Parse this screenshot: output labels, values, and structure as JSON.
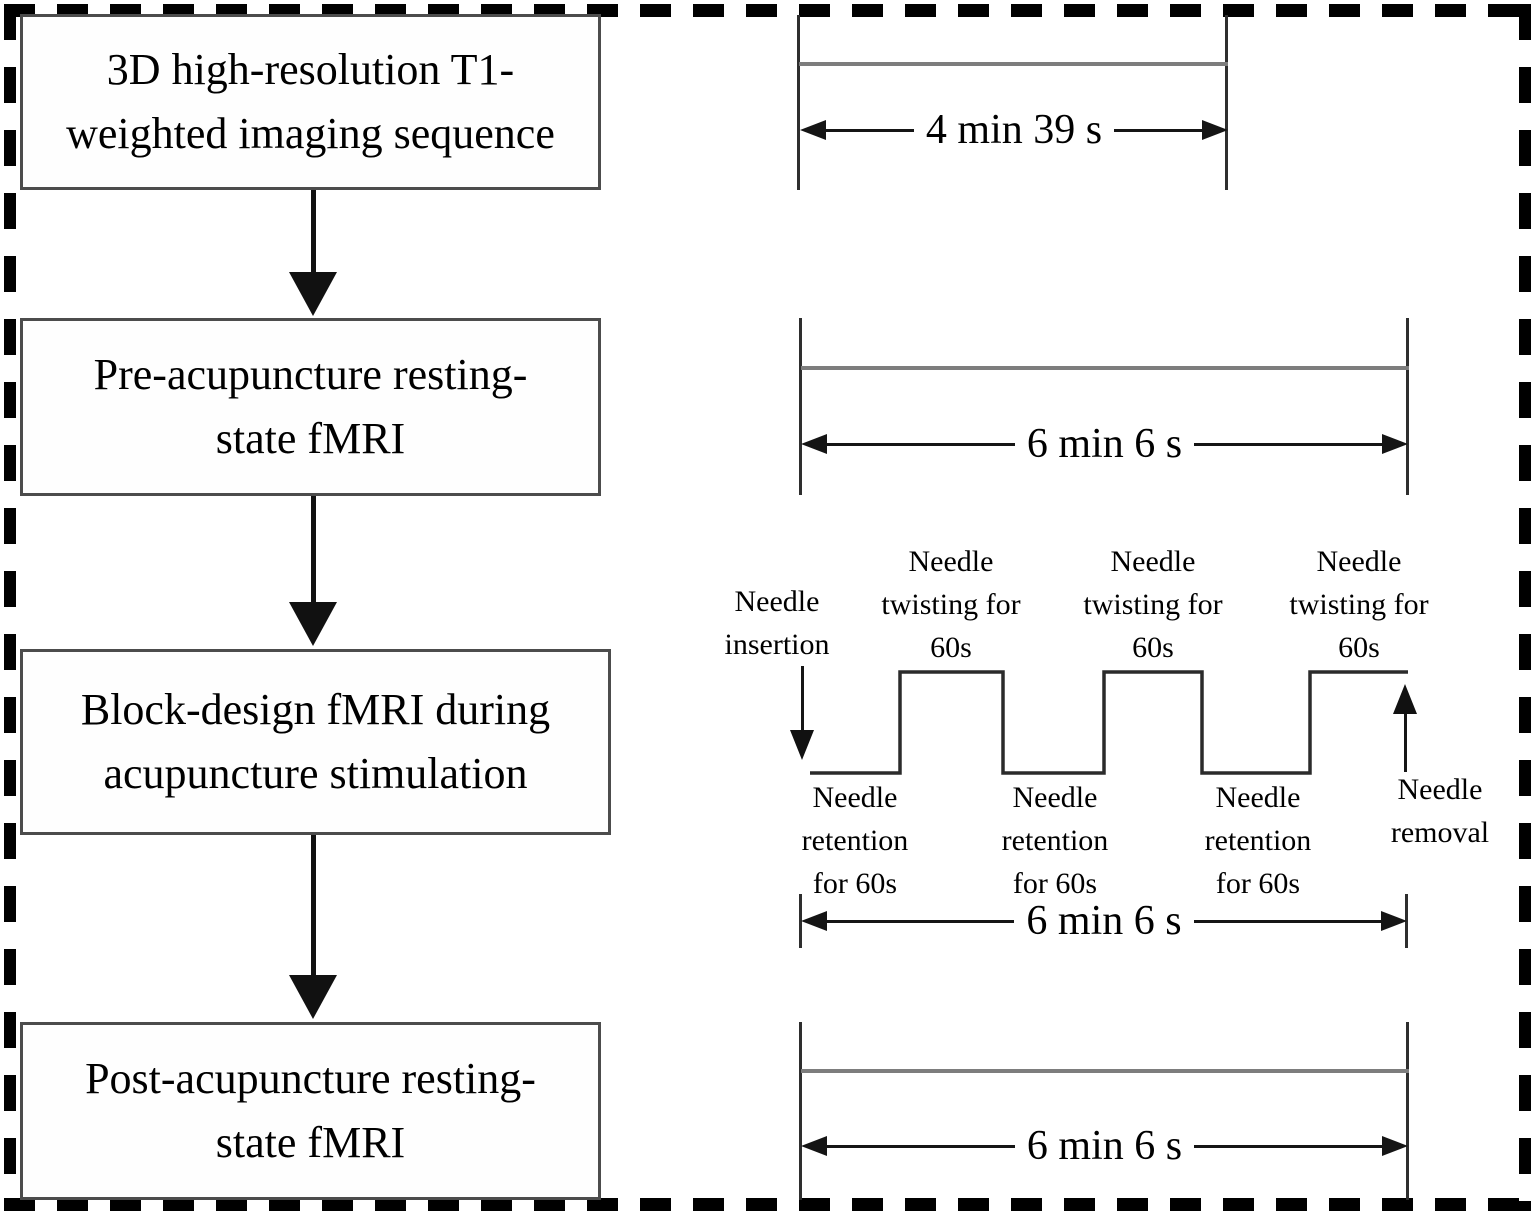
{
  "figure": {
    "steps": [
      {
        "name": "t1",
        "line1": "3D high-resolution T1-",
        "line2": "weighted imaging sequence",
        "duration": "4 min 39 s"
      },
      {
        "name": "pre",
        "line1": "Pre-acupuncture resting-",
        "line2": "state fMRI",
        "duration": "6 min 6 s"
      },
      {
        "name": "block",
        "line1": "Block-design fMRI during",
        "line2": "acupuncture stimulation",
        "duration": "6 min 6 s"
      },
      {
        "name": "post",
        "line1": "Post-acupuncture resting-",
        "line2": "state fMRI",
        "duration": "6 min 6 s"
      }
    ],
    "block_events": {
      "needle_insertion": {
        "line1": "Needle",
        "line2": "insertion"
      },
      "needle_twisting": {
        "line1": "Needle",
        "line2": "twisting for",
        "line3": "60s"
      },
      "needle_retention": {
        "line1": "Needle",
        "line2": "retention",
        "line3": "for 60s"
      },
      "needle_removal": {
        "line1": "Needle",
        "line2": "removal"
      }
    },
    "colors": {
      "text": "#000000",
      "frame_dash": "#000000",
      "box_border": "#4c4c4c",
      "duration_baseline_gray": "#7d7d7d",
      "arrow_black": "#111111",
      "waveform": "#2b2b2b"
    }
  }
}
